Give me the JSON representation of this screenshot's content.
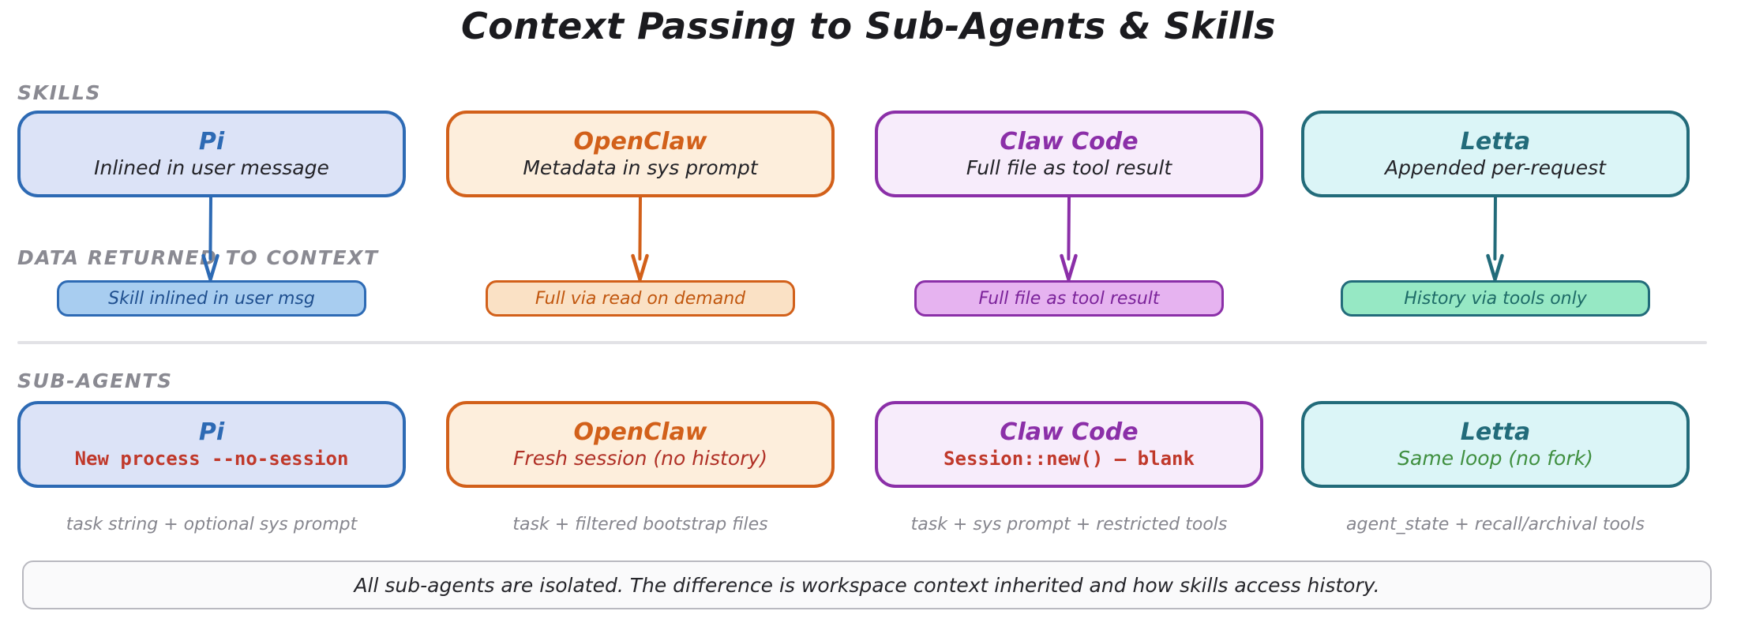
{
  "title": "Context Passing to Sub-Agents & Skills",
  "sections": {
    "skills_label": "SKILLS",
    "data_returned_label": "DATA RETURNED TO CONTEXT",
    "subagents_label": "SUB-AGENTS"
  },
  "colors": {
    "pi_border": "#2d6ab4",
    "pi_fill": "#dce3f7",
    "pi_title": "#2d6ab4",
    "pi_result_fill": "#a8cdf0",
    "pi_result_text": "#1f4f8f",
    "openclaw_border": "#d2601a",
    "openclaw_fill": "#fdeedc",
    "openclaw_title": "#d2601a",
    "openclaw_result_fill": "#fae1c5",
    "openclaw_result_text": "#c1570f",
    "clawcode_border": "#8b2fa8",
    "clawcode_fill": "#f7ecfb",
    "clawcode_title": "#8b2fa8",
    "clawcode_result_fill": "#e6b3f0",
    "clawcode_result_text": "#7b229a",
    "letta_border": "#226b7a",
    "letta_fill": "#dbf5f7",
    "letta_title": "#226b7a",
    "letta_result_fill": "#96e8c4",
    "letta_result_text": "#1d6b67",
    "code_red": "#c0392b",
    "dark_red": "#b03026",
    "green": "#3f8f3f",
    "divider": "#e2e2e6",
    "muted_text": "#8a8a92"
  },
  "skills": [
    {
      "name": "Pi",
      "mechanism": "Inlined in user message",
      "result": "Skill inlined in user msg",
      "arrow_icon": "down-arrow-icon"
    },
    {
      "name": "OpenClaw",
      "mechanism": "Metadata in sys prompt",
      "result": "Full via read on demand",
      "arrow_icon": "down-arrow-icon"
    },
    {
      "name": "Claw Code",
      "mechanism": "Full file as tool result",
      "result": "Full file as tool result",
      "arrow_icon": "down-arrow-icon"
    },
    {
      "name": "Letta",
      "mechanism": "Appended per-request",
      "result": "History via tools only",
      "arrow_icon": "down-arrow-icon"
    }
  ],
  "subagents": [
    {
      "name": "Pi",
      "mechanism": "New process --no-session",
      "mechanism_style": "code",
      "caption": "task string + optional sys prompt"
    },
    {
      "name": "OpenClaw",
      "mechanism": "Fresh session (no history)",
      "mechanism_style": "hand",
      "caption": "task + filtered bootstrap files"
    },
    {
      "name": "Claw Code",
      "mechanism": "Session::new() — blank",
      "mechanism_style": "code",
      "caption": "task + sys prompt + restricted tools"
    },
    {
      "name": "Letta",
      "mechanism": "Same loop (no fork)",
      "mechanism_style": "hand",
      "caption": "agent_state + recall/archival tools"
    }
  ],
  "footer": {
    "note": "All sub-agents are isolated. The difference is workspace context inherited and how skills access history."
  }
}
